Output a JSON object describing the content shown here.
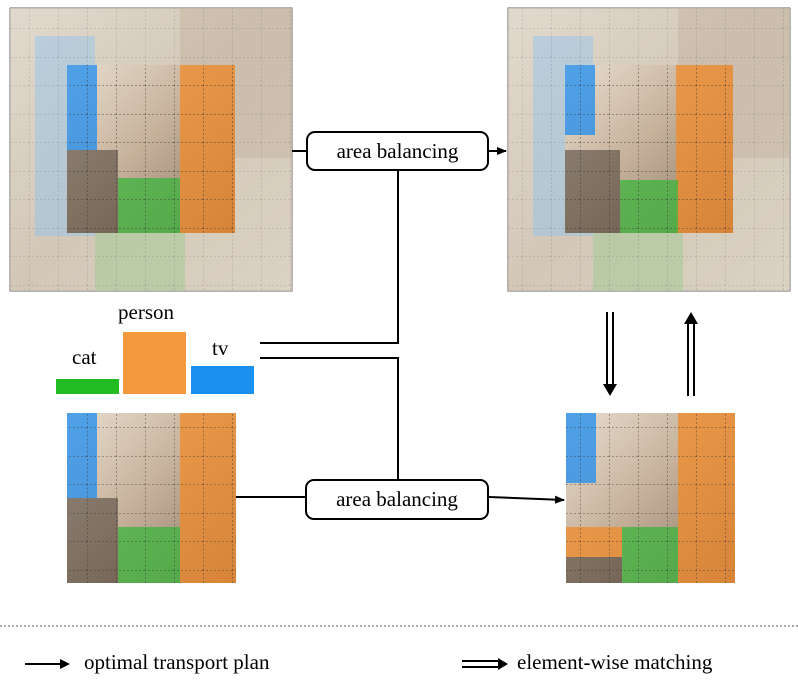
{
  "nodes": {
    "area_balancing_top": "area balancing",
    "area_balancing_bottom": "area balancing"
  },
  "classes": [
    {
      "label": "cat",
      "color": "#22bb22"
    },
    {
      "label": "person",
      "color": "#f59a3c"
    },
    {
      "label": "tv",
      "color": "#1a90f0"
    }
  ],
  "legend": {
    "optimal_transport": "optimal transport plan",
    "element_wise": "element-wise matching"
  },
  "colors": {
    "cat": "#3cb43c",
    "person": "#f08a2a",
    "tv": "#1e8cf0",
    "photo_bg": "#c9b9a6"
  },
  "icons": {
    "arrow": "single-arrow-icon",
    "double_arrow": "double-arrow-icon"
  }
}
